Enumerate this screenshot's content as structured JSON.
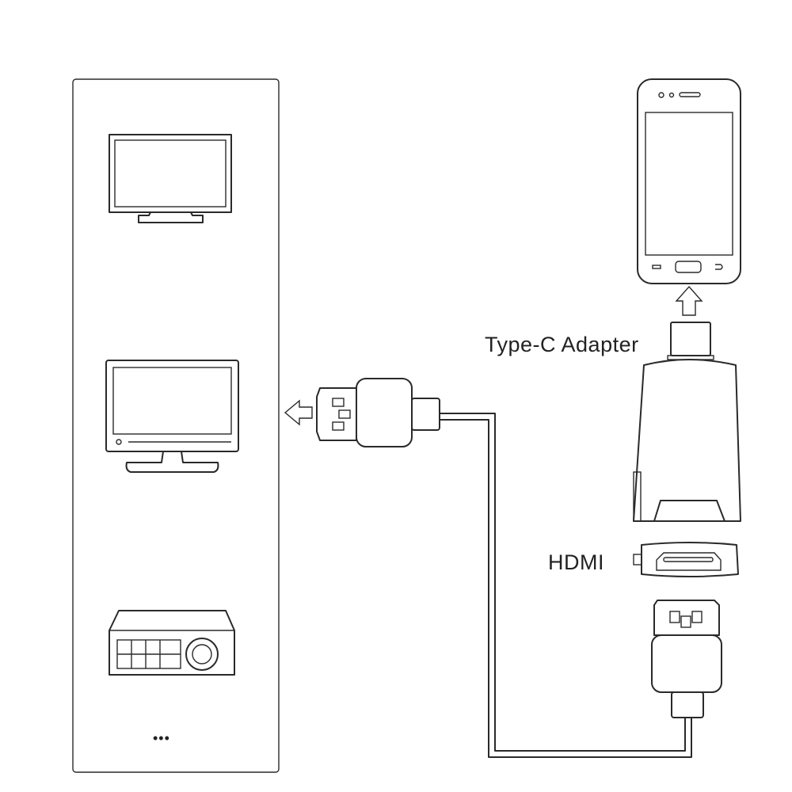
{
  "labels": {
    "adapter": "Type-C Adapter",
    "hdmi": "HDMI",
    "more": "•••"
  },
  "devices": [
    "tv-monitor",
    "monitor",
    "projector"
  ],
  "colors": {
    "line": "#2a2a2a",
    "background": "#ffffff"
  }
}
